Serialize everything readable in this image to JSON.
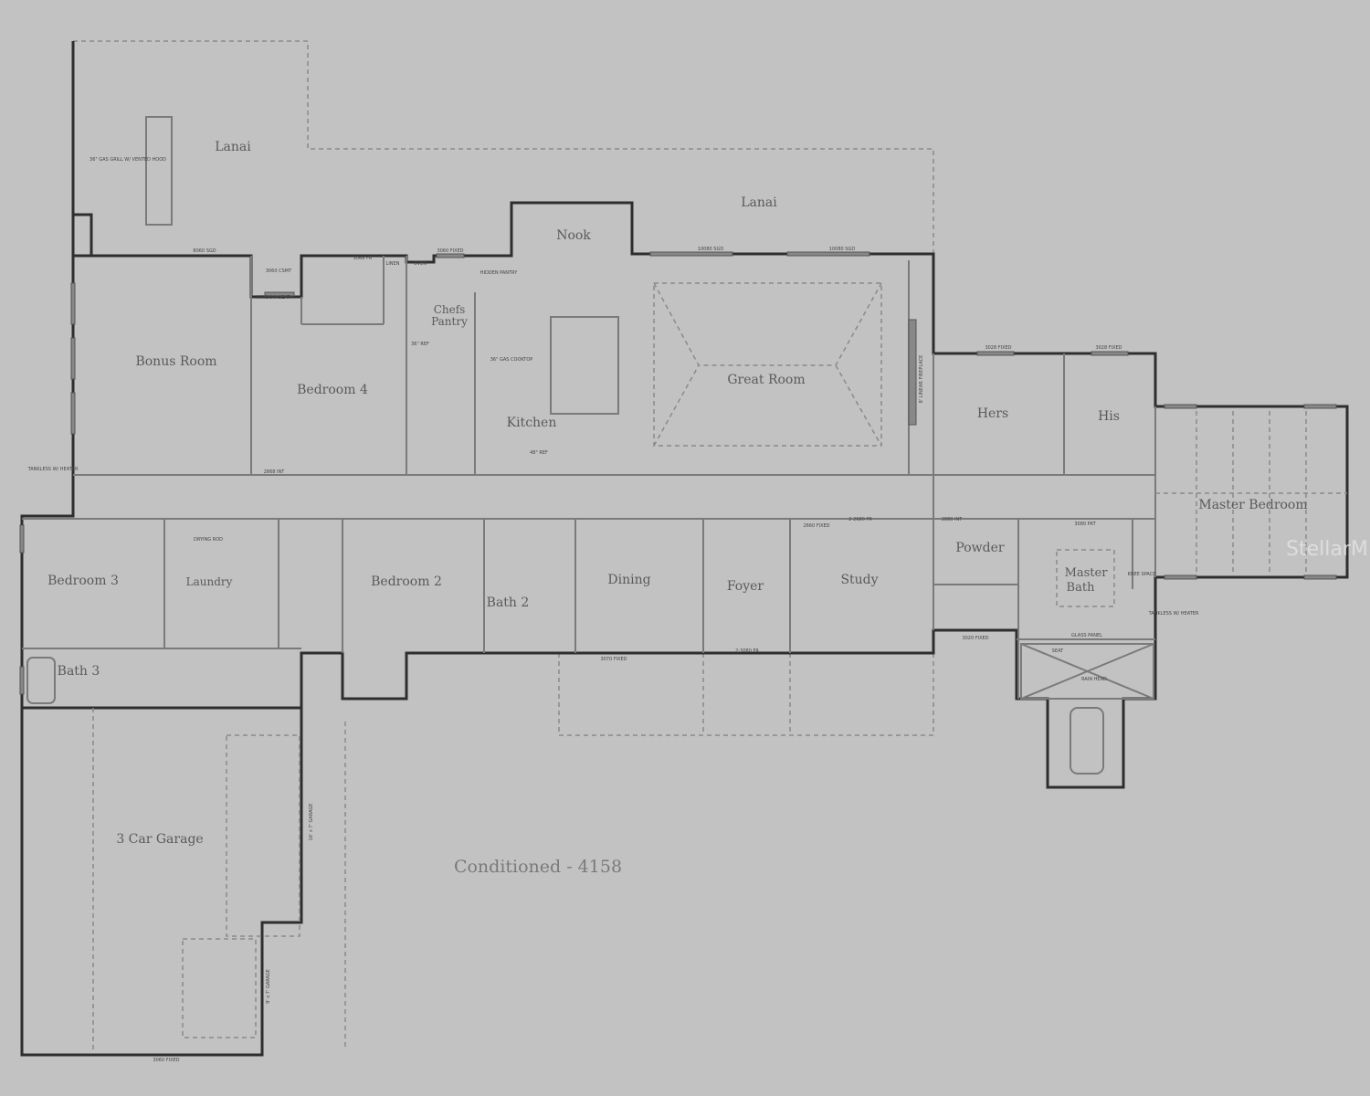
{
  "title": "Conditioned - 4158",
  "watermark": "StellarMLS",
  "rooms": {
    "lanai_left": "Lanai",
    "lanai_rear": "Lanai",
    "nook": "Nook",
    "bonus_room": "Bonus Room",
    "bedroom_4": "Bedroom 4",
    "chefs_pantry_1": "Chefs",
    "chefs_pantry_2": "Pantry",
    "kitchen": "Kitchen",
    "great_room": "Great Room",
    "hers": "Hers",
    "his": "His",
    "master_bedroom": "Master Bedroom",
    "bedroom_3": "Bedroom 3",
    "laundry": "Laundry",
    "bedroom_2": "Bedroom 2",
    "bath_2": "Bath 2",
    "dining": "Dining",
    "foyer": "Foyer",
    "study": "Study",
    "powder": "Powder",
    "master_bath_1": "Master",
    "master_bath_2": "Bath",
    "bath_3": "Bath 3",
    "garage": "3 Car Garage"
  },
  "notes": {
    "grill": "36\" GAS GRILL W/ VENTED HOOD",
    "sgd_8060": "8060 SGD",
    "csmt_3060": "3060 CSMT",
    "fr_3068": "3068 FR",
    "fixed_3060": "3060 FIXED",
    "hidden_pantry": "HIDDEN PANTRY",
    "window_seat": "WINDOW SEAT",
    "linen": "LINEN",
    "oven": "OVEN",
    "ref_36": "36\" REF",
    "cooktop": "36\" GAS COOKTOP",
    "ref_48": "48\" REF",
    "sgd_10080_a": "10080 SGD",
    "sgd_10080_b": "10080 SGD",
    "fireplace": "8' LINEAR FIREPLACE",
    "fixed_3028_a": "3028 FIXED",
    "fixed_3028_b": "3028 FIXED",
    "tankless_1": "TANKLESS W/ HEATER",
    "tankless_2": "TANKLESS W/ HEATER",
    "drying_rod": "DRYING ROD",
    "int_2868": "2868 INT",
    "int_2880": "2880 INT",
    "pkt_3080": "3080 PKT",
    "fixed_2660": "2660 FIXED",
    "fr_2_2680": "2-2680 FR",
    "fixed_3070": "3070 FIXED",
    "fr_2_3080": "2-3080 FR",
    "glass_panel": "GLASS PANEL",
    "rain_head": "RAIN HEAD",
    "knee_space": "KNEE SPACE",
    "garage_16": "16' x 7' GARAGE",
    "garage_9": "9' x 7' GARAGE",
    "fixed_3020": "3020 FIXED",
    "fixed_3060_b": "3060 FIXED",
    "seat": "SEAT"
  }
}
